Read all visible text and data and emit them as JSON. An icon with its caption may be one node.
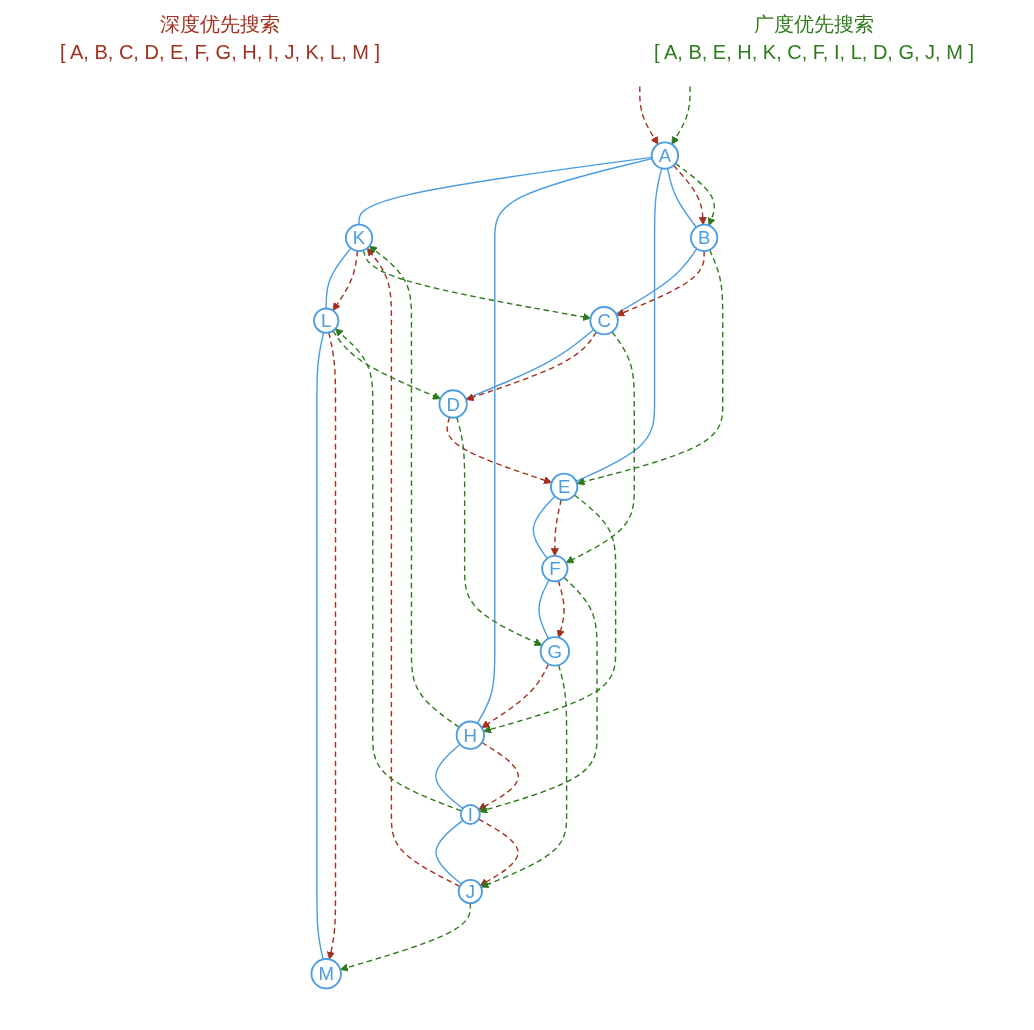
{
  "diagram": {
    "nodes": [
      {
        "text": [
          "A"
        ]
      },
      {
        "text": [
          "K"
        ]
      },
      {
        "text": [
          "H"
        ]
      },
      {
        "text": [
          "E"
        ]
      },
      {
        "text": [
          "B"
        ]
      },
      {
        "text": [
          "L"
        ]
      },
      {
        "text": [
          "I"
        ]
      },
      {
        "text": [
          "F"
        ]
      },
      {
        "text": [
          "C"
        ]
      },
      {
        "text": [
          "M"
        ]
      },
      {
        "text": [
          "J"
        ]
      },
      {
        "text": [
          "G"
        ]
      },
      {
        "text": [
          "D"
        ]
      }
    ],
    "edges": [
      {
        "from": 0,
        "to": 1,
        "arrow": "none",
        "color": "#4a9de0"
      },
      {
        "from": 0,
        "to": 2,
        "arrow": "none",
        "color": "#4a9de0"
      },
      {
        "from": 0,
        "to": 3,
        "arrow": "none",
        "color": "#4a9de0"
      },
      {
        "from": 0,
        "to": 4,
        "arrow": "none",
        "color": "#4a9de0"
      },
      {
        "from": 1,
        "to": 5,
        "arrow": "none",
        "color": "#4a9de0"
      },
      {
        "from": 5,
        "to": 9,
        "arrow": "none",
        "color": "#4a9de0"
      },
      {
        "from": 2,
        "to": 6,
        "arrow": "none",
        "color": "#4a9de0"
      },
      {
        "from": 6,
        "to": 10,
        "arrow": "none",
        "color": "#4a9de0"
      },
      {
        "from": 3,
        "to": 7,
        "arrow": "none",
        "color": "#4a9de0"
      },
      {
        "from": 7,
        "to": 11,
        "arrow": "none",
        "color": "#4a9de0"
      },
      {
        "from": 4,
        "to": 8,
        "arrow": "none",
        "color": "#4a9de0"
      },
      {
        "from": 8,
        "to": 12,
        "arrow": "none",
        "color": "#4a9de0"
      },
      {
        "from": null,
        "to": 0,
        "arrow": "to",
        "style": "dashed",
        "color": "#a3301f"
      },
      {
        "from": 0,
        "to": 4,
        "arrow": "to",
        "style": "dashed",
        "color": "#a3301f"
      },
      {
        "from": 4,
        "to": 8,
        "arrow": "to",
        "style": "dashed",
        "color": "#a3301f"
      },
      {
        "from": 8,
        "to": 12,
        "arrow": "to",
        "style": "dashed",
        "color": "#a3301f"
      },
      {
        "from": 12,
        "to": 3,
        "arrow": "to",
        "style": "dashed",
        "color": "#a3301f"
      },
      {
        "from": 3,
        "to": 7,
        "arrow": "to",
        "style": "dashed",
        "color": "#a3301f"
      },
      {
        "from": 7,
        "to": 11,
        "arrow": "to",
        "style": "dashed",
        "color": "#a3301f"
      },
      {
        "from": 11,
        "to": 2,
        "arrow": "to",
        "style": "dashed",
        "color": "#a3301f"
      },
      {
        "from": 2,
        "to": 6,
        "arrow": "to",
        "style": "dashed",
        "color": "#a3301f"
      },
      {
        "from": 6,
        "to": 10,
        "arrow": "to",
        "style": "dashed",
        "color": "#a3301f"
      },
      {
        "from": 10,
        "to": 1,
        "arrow": "to",
        "style": "dashed",
        "color": "#a3301f"
      },
      {
        "from": 1,
        "to": 5,
        "arrow": "to",
        "style": "dashed",
        "color": "#a3301f"
      },
      {
        "from": 5,
        "to": 9,
        "arrow": "to",
        "style": "dashed",
        "color": "#a3301f"
      },
      {
        "from": null,
        "to": 0,
        "arrow": "to",
        "style": "dashed",
        "color": "#2e7a1c"
      },
      {
        "from": 0,
        "to": 4,
        "arrow": "to",
        "style": "dashed",
        "color": "#2e7a1c"
      },
      {
        "from": 4,
        "to": 3,
        "arrow": "to",
        "style": "dashed",
        "color": "#2e7a1c"
      },
      {
        "from": 3,
        "to": 2,
        "arrow": "to",
        "style": "dashed",
        "color": "#2e7a1c"
      },
      {
        "from": 2,
        "to": 1,
        "arrow": "to",
        "style": "dashed",
        "color": "#2e7a1c"
      },
      {
        "from": 1,
        "to": 8,
        "arrow": "to",
        "style": "dashed",
        "color": "#2e7a1c"
      },
      {
        "from": 8,
        "to": 7,
        "arrow": "to",
        "style": "dashed",
        "color": "#2e7a1c"
      },
      {
        "from": 7,
        "to": 6,
        "arrow": "to",
        "style": "dashed",
        "color": "#2e7a1c"
      },
      {
        "from": 6,
        "to": 5,
        "arrow": "to",
        "style": "dashed",
        "color": "#2e7a1c"
      },
      {
        "from": 5,
        "to": 12,
        "arrow": "to",
        "style": "dashed",
        "color": "#2e7a1c"
      },
      {
        "from": 12,
        "to": 11,
        "arrow": "to",
        "style": "dashed",
        "color": "#2e7a1c"
      },
      {
        "from": 11,
        "to": 10,
        "arrow": "to",
        "style": "dashed",
        "color": "#2e7a1c"
      },
      {
        "from": 10,
        "to": 9,
        "arrow": "to",
        "style": "dashed",
        "color": "#2e7a1c"
      }
    ],
    "labels": [
      "深度优先搜索",
      "[ A, B, C, D, E, F, G, H, I, J, K, L, M ]",
      "广度优先搜索",
      "[ A, B, E, H, K, C, F, I, L, D, G, J, M ]"
    ]
  }
}
